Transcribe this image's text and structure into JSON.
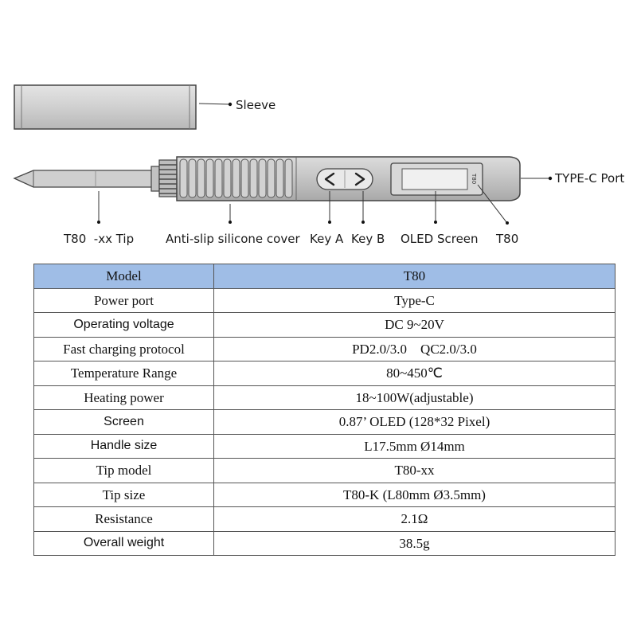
{
  "labels": {
    "sleeve": "Sleeve",
    "type_c_port": "TYPE-C Port",
    "tip": "T80  -xx Tip",
    "anti_slip": "Anti-slip silicone cover",
    "key_a": "Key A",
    "key_b": "Key B",
    "oled_screen": "OLED Screen",
    "model_mark": "T80"
  },
  "table": {
    "header": {
      "label": "Model",
      "value": "T80"
    },
    "rows": [
      {
        "label": "Power port",
        "value": "Type-C"
      },
      {
        "label": "Operating voltage",
        "value": "DC 9~20V"
      },
      {
        "label": "Fast charging protocol",
        "value": "PD2.0/3.0    QC2.0/3.0"
      },
      {
        "label": "Temperature Range",
        "value": "80~450℃"
      },
      {
        "label": "Heating power",
        "value": "18~100W(adjustable)"
      },
      {
        "label": "Screen",
        "value": "0.87’ OLED (128*32 Pixel)"
      },
      {
        "label": "Handle size",
        "value": "L17.5mm Ø14mm"
      },
      {
        "label": "Tip model",
        "value": "T80-xx"
      },
      {
        "label": "Tip size",
        "value": "T80-K (L80mm Ø3.5mm)"
      },
      {
        "label": "Resistance",
        "value": "2.1Ω"
      },
      {
        "label": "Overall weight",
        "value": "38.5g"
      }
    ]
  },
  "colors": {
    "header_fill": "#9fbde6",
    "body_gray": "#c9c9c9",
    "outline": "#444444"
  }
}
